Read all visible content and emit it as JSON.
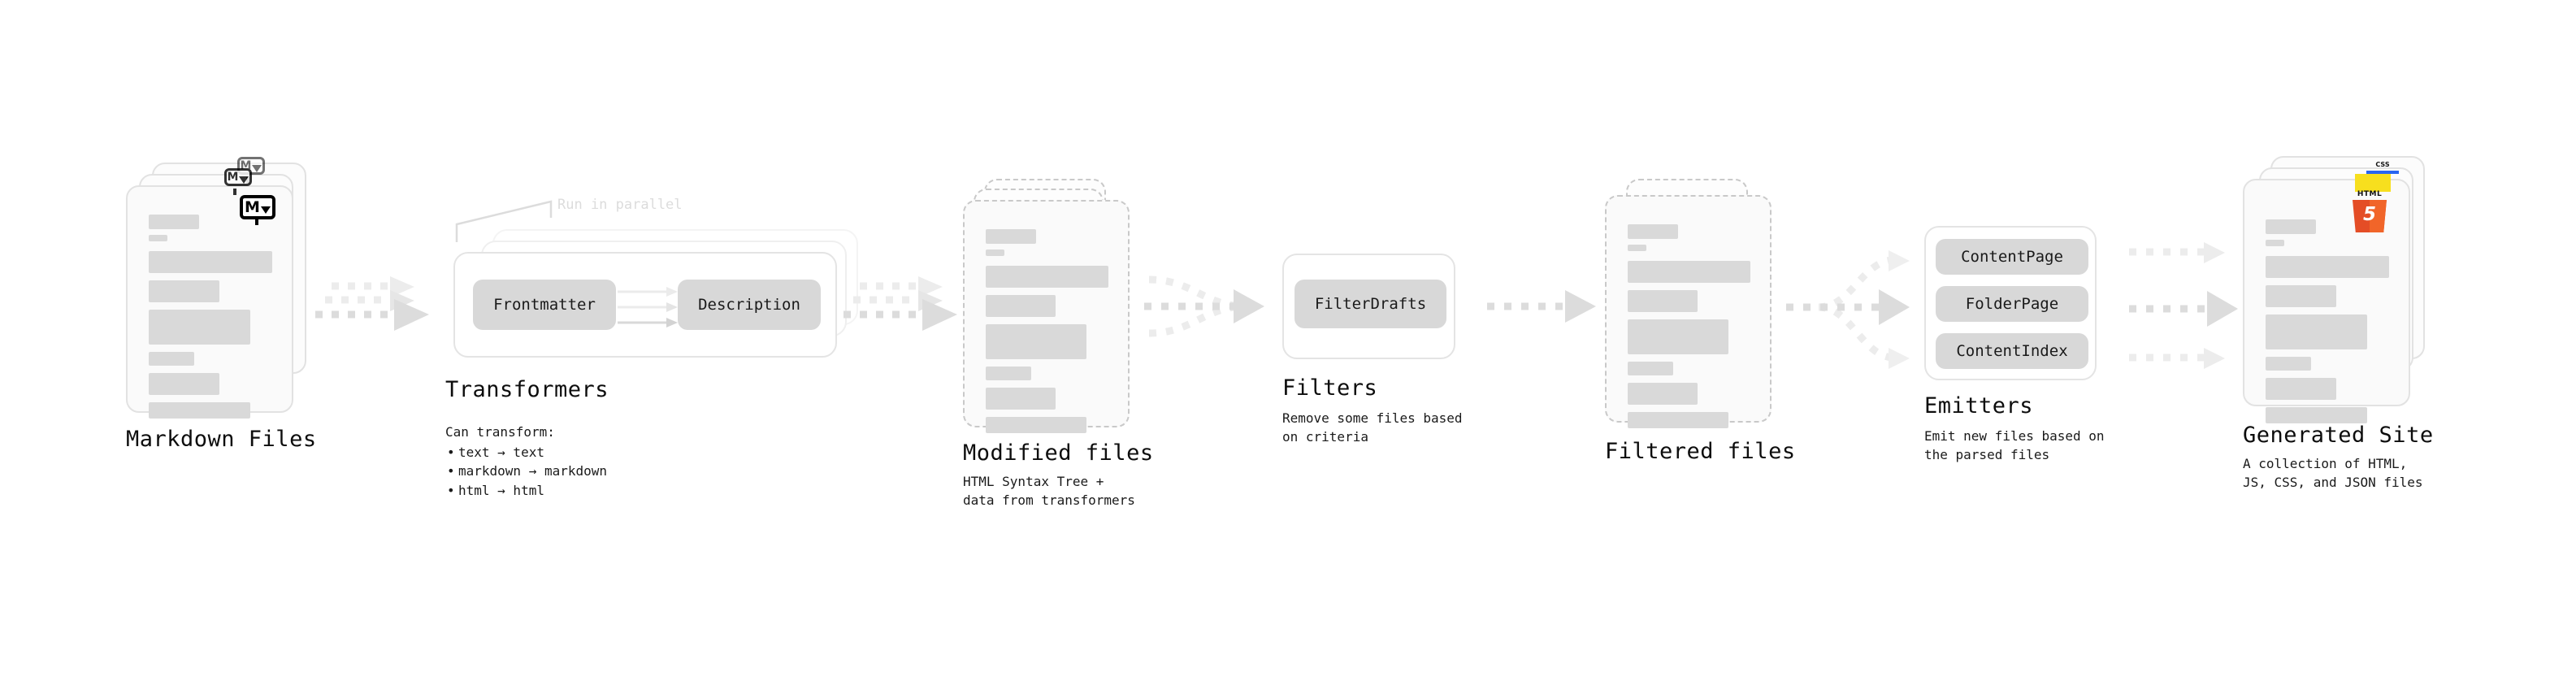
{
  "diagram": {
    "type": "pipeline-flow",
    "orientation": "left-to-right",
    "stage_count": 6
  },
  "stages": [
    {
      "id": "markdown-files",
      "title": "Markdown Files",
      "desc": "",
      "kind": "file-card-stack",
      "badge": "markdown-badge",
      "badge_text": "M",
      "card_style": "solid"
    },
    {
      "id": "transformers",
      "title": "Transformers",
      "desc": "",
      "kind": "group-box-stack",
      "annotation": "Run in parallel",
      "pills": [
        "Frontmatter",
        "Description"
      ],
      "list_lead": "Can transform:",
      "list_items": [
        "text → text",
        "markdown → markdown",
        "html → html"
      ]
    },
    {
      "id": "modified-files",
      "title": "Modified files",
      "desc": "HTML Syntax Tree +\ndata from transformers",
      "kind": "file-card-stack",
      "card_style": "dashed"
    },
    {
      "id": "filters",
      "title": "Filters",
      "desc": "Remove some files based\non criteria",
      "kind": "group-box",
      "pills": [
        "FilterDrafts"
      ]
    },
    {
      "id": "filtered-files",
      "title": "Filtered files",
      "desc": "",
      "kind": "file-card-stack",
      "card_style": "dashed"
    },
    {
      "id": "emitters",
      "title": "Emitters",
      "desc": "Emit new files based on\nthe parsed files",
      "kind": "group-box",
      "pills": [
        "ContentPage",
        "FolderPage",
        "ContentIndex"
      ]
    },
    {
      "id": "generated-site",
      "title": "Generated Site",
      "desc": "A collection of HTML,\nJS, CSS, and JSON files",
      "kind": "file-card-stack",
      "card_style": "solid",
      "badges": [
        "html5-badge",
        "js-badge",
        "css-badge"
      ],
      "badge_labels": {
        "html5": "HTML",
        "html5_digit": "5",
        "css": "CSS"
      }
    }
  ],
  "connectors": [
    {
      "id": "md-to-transformers",
      "pattern": "parallel-3",
      "style": "dashed"
    },
    {
      "id": "transformers-to-modified",
      "pattern": "parallel-3",
      "style": "dashed"
    },
    {
      "id": "modified-to-filters",
      "pattern": "merge-3-to-1",
      "style": "dashed"
    },
    {
      "id": "filters-to-filtered",
      "pattern": "single",
      "style": "dashed"
    },
    {
      "id": "filtered-to-emitters",
      "pattern": "split-1-to-3",
      "style": "dashed"
    },
    {
      "id": "emitters-to-site",
      "pattern": "parallel-3",
      "style": "dashed"
    }
  ],
  "colors": {
    "background": "#ffffff",
    "card_fill": "#fafafa",
    "card_border": "#e2e2e2",
    "skeleton_bar": "#d9d9d9",
    "pill_fill": "#d8d8d8",
    "arrow": "#dcdcdc",
    "text": "#0d0d0d",
    "muted_text": "#dcdcdc",
    "html5": "#e44d26",
    "js": "#f7df1e",
    "css": "#2965f1"
  }
}
